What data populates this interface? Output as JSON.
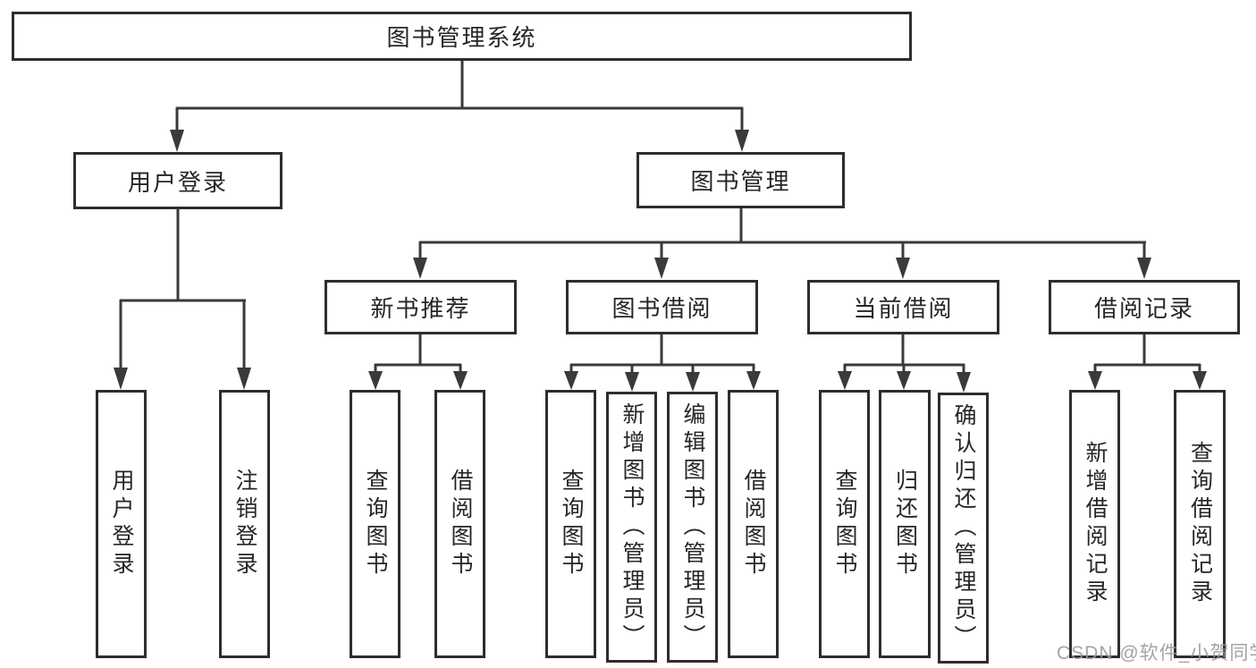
{
  "colors": {
    "background": "#ffffff",
    "border": "#2d2d2d",
    "line": "#3a3a3a",
    "text": "#262626",
    "watermark": "#9b9b9b"
  },
  "watermark": {
    "text": "CSDN @软件_小贺同学"
  },
  "nodes": {
    "root": "图书管理系统",
    "user_login": "用户登录",
    "book_management": "图书管理",
    "new_book_recommend": "新书推荐",
    "book_borrow": "图书借阅",
    "current_borrow": "当前借阅",
    "borrow_records": "借阅记录",
    "leaf_user_login": "用户登录",
    "leaf_logout": "注销登录",
    "leaf_rec_query_books": "查询图书",
    "leaf_rec_borrow_books": "借阅图书",
    "leaf_bb_query_books": "查询图书",
    "leaf_bb_add_books_admin": "新增图书（管理员）",
    "leaf_bb_edit_books_admin": "编辑图书（管理员）",
    "leaf_bb_borrow_books": "借阅图书",
    "leaf_cb_query_books": "查询图书",
    "leaf_cb_return_books": "归还图书",
    "leaf_cb_confirm_return_admin": "确认归还（管理员）",
    "leaf_br_add_record": "新增借阅记录",
    "leaf_br_query_record": "查询借阅记录"
  }
}
